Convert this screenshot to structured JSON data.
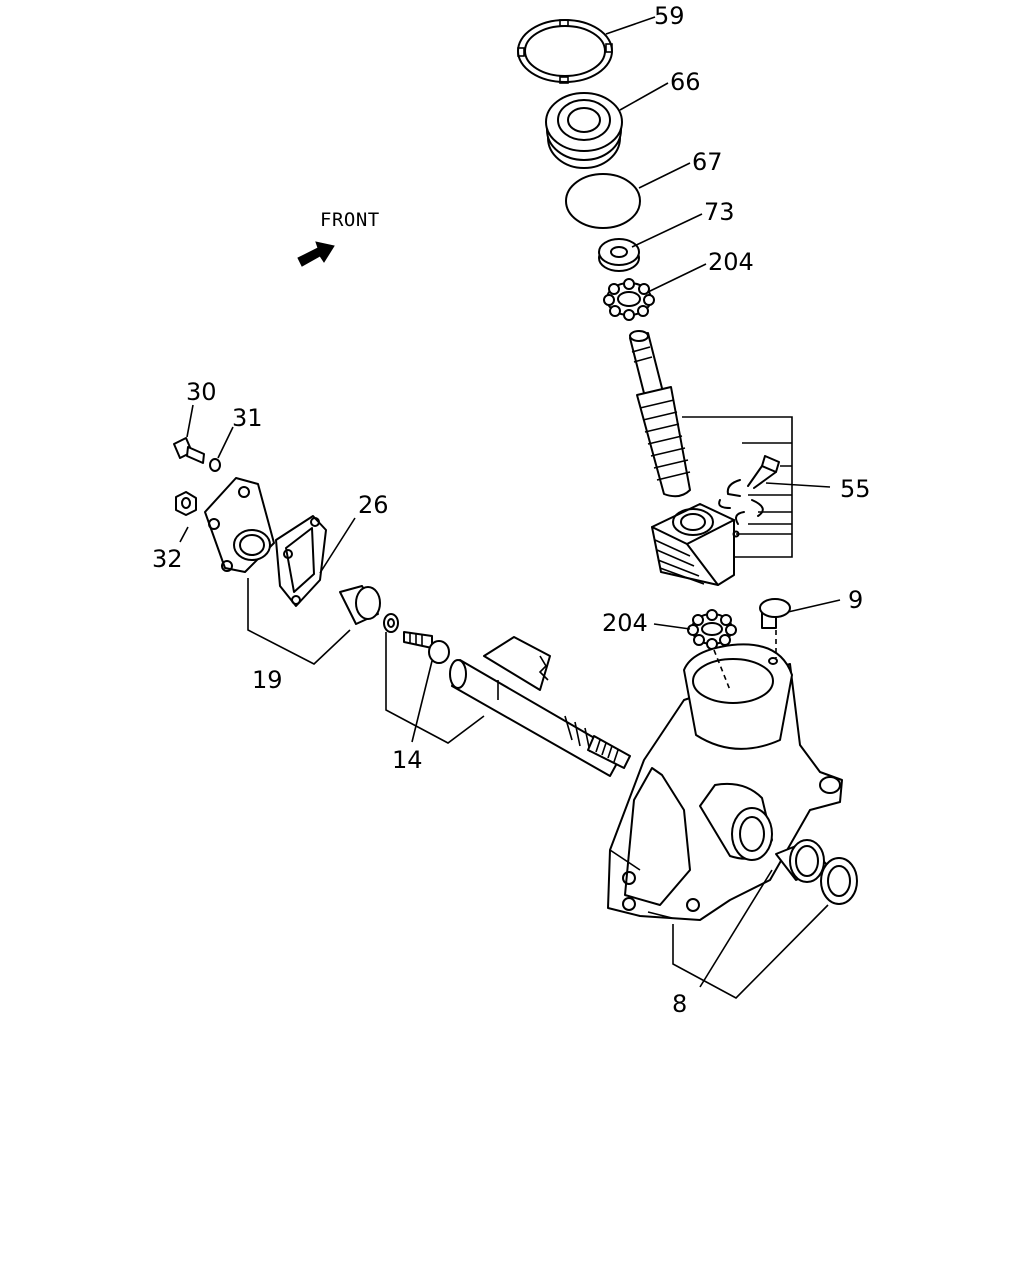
{
  "orientation_label": "FRONT",
  "callouts": {
    "c59": "59",
    "c66": "66",
    "c67": "67",
    "c73": "73",
    "c204a": "204",
    "c55": "55",
    "c204b": "204",
    "c9": "9",
    "c30": "30",
    "c31": "31",
    "c26": "26",
    "c32": "32",
    "c19": "19",
    "c14": "14",
    "c8": "8"
  }
}
